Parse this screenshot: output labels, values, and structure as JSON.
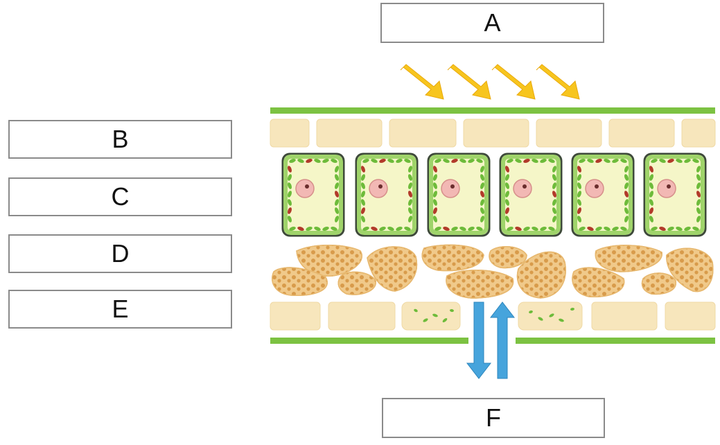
{
  "labels": {
    "a": "A",
    "b": "B",
    "c": "C",
    "d": "D",
    "e": "E",
    "f": "F"
  },
  "colors": {
    "cuticle": "#7cc242",
    "epidermis_fill": "#f7e6bc",
    "palisade_wall": "#3e4a3a",
    "palisade_fill": "#f5f6c8",
    "chloroplast_green": "#6dbb3a",
    "chloroplast_red": "#b23a2a",
    "nucleus": "#f2b8b4",
    "spongy_fill": "#f0c98a",
    "spongy_dots": "#d89b4b",
    "light_arrow": "#f7c51e",
    "gas_arrow": "#46a4dc"
  },
  "icons": [
    "sunlight-arrow-icon",
    "gas-exchange-arrow-icon"
  ]
}
